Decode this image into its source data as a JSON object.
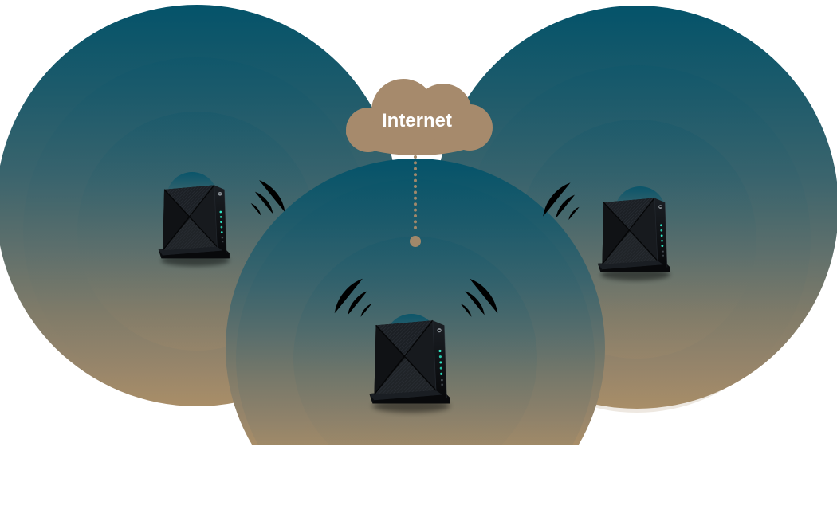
{
  "diagram": {
    "cloud": {
      "label": "Internet"
    },
    "connection": {
      "style": "dotted-line",
      "from": "internet-cloud",
      "to": "router-center"
    },
    "coverage_areas": [
      {
        "id": "left",
        "signal_ripples": 2
      },
      {
        "id": "center",
        "signal_ripples": 2
      },
      {
        "id": "right",
        "signal_ripples": 2
      }
    ],
    "devices": [
      {
        "id": "router-left",
        "type": "mesh-wifi-router",
        "brand_logo": "tp-link",
        "status_leds": 5,
        "wifi_waves_direction": "up-right"
      },
      {
        "id": "router-center",
        "type": "mesh-wifi-router",
        "brand_logo": "tp-link",
        "status_leds": 5,
        "wifi_waves_direction": "both-sides"
      },
      {
        "id": "router-right",
        "type": "mesh-wifi-router",
        "brand_logo": "tp-link",
        "status_leds": 5,
        "wifi_waves_direction": "up-left"
      }
    ]
  },
  "colors": {
    "teal_top": "#04536a",
    "tan_bottom": "#a98e68",
    "cloud": "#a68a6c",
    "link_dots": "#a1886a",
    "wifi_wave": "#24444f",
    "led": "#2ee6c4",
    "label_text": "#ffffff"
  }
}
